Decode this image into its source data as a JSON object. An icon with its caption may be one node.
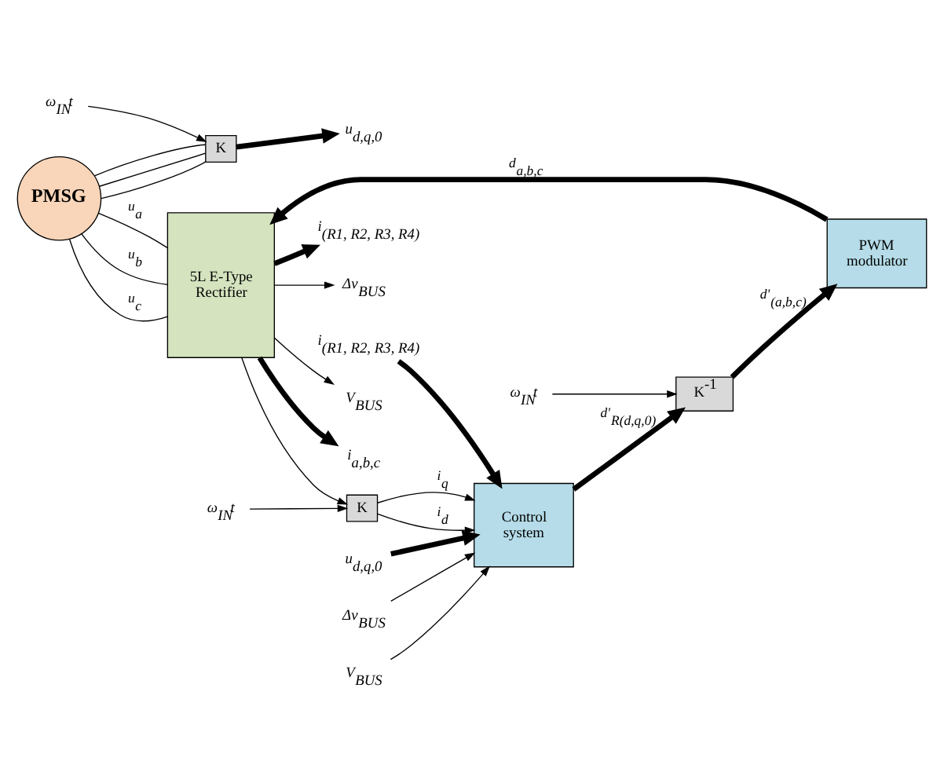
{
  "diagram": {
    "nodes": [
      {
        "text": [
          "ω$_{IN}$t"
        ]
      },
      {
        "text": [
          "K"
        ]
      },
      {
        "text": [
          "u$_{d,q,0}$"
        ]
      },
      {
        "text": [
          "PMSG"
        ]
      },
      {
        "text": [
          "5L E-Type Rectifier"
        ]
      },
      {
        "text": [
          "i$_{(R1, R2, R3, R4)}$"
        ]
      },
      {
        "text": [
          "Δv$_{BUS}$"
        ]
      },
      {
        "text": [
          "V$_{BUS}$"
        ]
      },
      {
        "text": [
          "i$_{a,b,c}$"
        ]
      },
      {
        "text": [
          "K"
        ]
      },
      {
        "text": [
          "ω$_{IN}$t"
        ]
      },
      {
        "text": [
          "PWM modulator"
        ]
      },
      {
        "text": [
          "Control system"
        ]
      },
      {
        "text": [
          "u$_{d,q,0}$"
        ]
      },
      {
        "text": [
          "Δv$_{BUS}$"
        ]
      },
      {
        "text": [
          "V$_{BUS}$"
        ]
      },
      {
        "text": [
          "i$_{(R1, R2, R3, R4)}$"
        ]
      },
      {
        "text": [
          "K$^{-1}$"
        ]
      },
      {
        "text": [
          "ω$_{IN}$t"
        ]
      }
    ],
    "edges": [
      {
        "from": 0,
        "to": 1,
        "arrow": "to"
      },
      {
        "from": 1,
        "to": 2,
        "arrow": "to",
        "style": "thick"
      },
      {
        "from": 3,
        "to": 4,
        "arrow": "none",
        "label": "u$_{a}$"
      },
      {
        "from": 3,
        "to": 1,
        "arrow": "none"
      },
      {
        "from": 3,
        "to": 4,
        "arrow": "none",
        "label": "u$_{b}$"
      },
      {
        "from": 3,
        "to": 1,
        "arrow": "none"
      },
      {
        "from": 3,
        "to": 4,
        "arrow": "none",
        "label": "u$_{c}$"
      },
      {
        "from": 3,
        "to": 1,
        "arrow": "none"
      },
      {
        "from": 4,
        "to": 5,
        "arrow": "to",
        "style": "thick"
      },
      {
        "from": 4,
        "to": 6,
        "arrow": "to"
      },
      {
        "from": 4,
        "to": 7,
        "arrow": "to"
      },
      {
        "from": 4,
        "to": 8,
        "arrow": "to",
        "style": "thick"
      },
      {
        "from": 4,
        "to": 9,
        "arrow": "to"
      },
      {
        "from": 10,
        "to": 9,
        "arrow": "to"
      },
      {
        "from": 9,
        "to": 12,
        "arrow": "to",
        "label": "i$_{q}$"
      },
      {
        "from": 9,
        "to": 12,
        "arrow": "to",
        "label": "i$_{d}$"
      },
      {
        "from": 13,
        "to": 12,
        "arrow": "to",
        "style": "thick"
      },
      {
        "from": 14,
        "to": 12,
        "arrow": "to"
      },
      {
        "from": 15,
        "to": 12,
        "arrow": "to"
      },
      {
        "from": 16,
        "to": 12,
        "arrow": "to",
        "style": "thick"
      },
      {
        "from": 12,
        "to": 17,
        "arrow": "to",
        "style": "thick",
        "label": "d'$_{R(d,q,0)}$"
      },
      {
        "from": 18,
        "to": 17,
        "arrow": "to"
      },
      {
        "from": 17,
        "to": 11,
        "arrow": "to",
        "style": "thick",
        "label": "d'$_{(a,b,c)}$"
      },
      {
        "from": 11,
        "to": 4,
        "arrow": "to",
        "style": "thick",
        "label": "d$_{a,b,c}$"
      }
    ]
  }
}
